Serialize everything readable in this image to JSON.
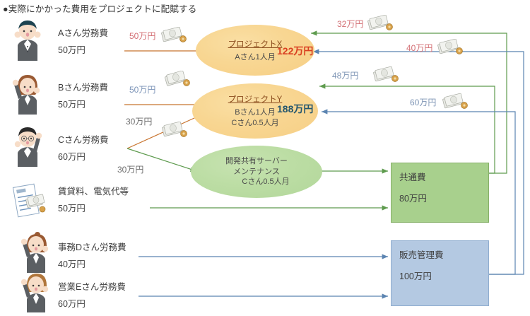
{
  "title": "●実際にかかった費用をプロジェクトに配賦する",
  "sources": [
    {
      "icon": "person-male-a-icon",
      "name": "Aさん労務費",
      "amount": "50万円"
    },
    {
      "icon": "person-female-b-icon",
      "name": "Bさん労務費",
      "amount": "50万円"
    },
    {
      "icon": "person-male-c-icon",
      "name": "Cさん労務費",
      "amount": "60万円"
    },
    {
      "icon": "invoice-document-icon",
      "name": "賃貸料、電気代等",
      "amount": "50万円"
    },
    {
      "icon": "person-female-d-icon",
      "name": "事務Dさん労務費",
      "amount": "40万円"
    },
    {
      "icon": "person-female-e-icon",
      "name": "営業Eさん労務費",
      "amount": "60万円"
    }
  ],
  "flows": {
    "a_to_x": "50万円",
    "b_to_y": "50万円",
    "c_to_y": "30万円",
    "c_to_server": "30万円",
    "common_to_x": "32万円",
    "sga_to_x": "40万円",
    "common_to_y": "48万円",
    "sga_to_y": "60万円"
  },
  "projects": [
    {
      "title": "プロジェクトX",
      "lines": [
        "Aさん1人月"
      ],
      "total": "122万円"
    },
    {
      "title": "プロジェクトY",
      "lines": [
        "Bさん1人月",
        "Cさん0.5人月"
      ],
      "total": "188万円"
    }
  ],
  "server_activity": {
    "lines": [
      "開発共有サーバー",
      "メンテナンス",
      "Cさん0.5人月"
    ]
  },
  "pools": [
    {
      "title": "共通費",
      "amount": "80万円"
    },
    {
      "title": "販売管理費",
      "amount": "100万円"
    }
  ],
  "colors": {
    "project_fill": "#f7d28a",
    "server_fill": "#b7d9a0",
    "common_box": "#a8d08d",
    "sga_box": "#b4c9e2",
    "flow_orange": "#c8732d",
    "flow_green": "#5e9b4e",
    "flow_blue": "#5b84b1",
    "total_x": "#d93f20",
    "total_y": "#24566e"
  }
}
